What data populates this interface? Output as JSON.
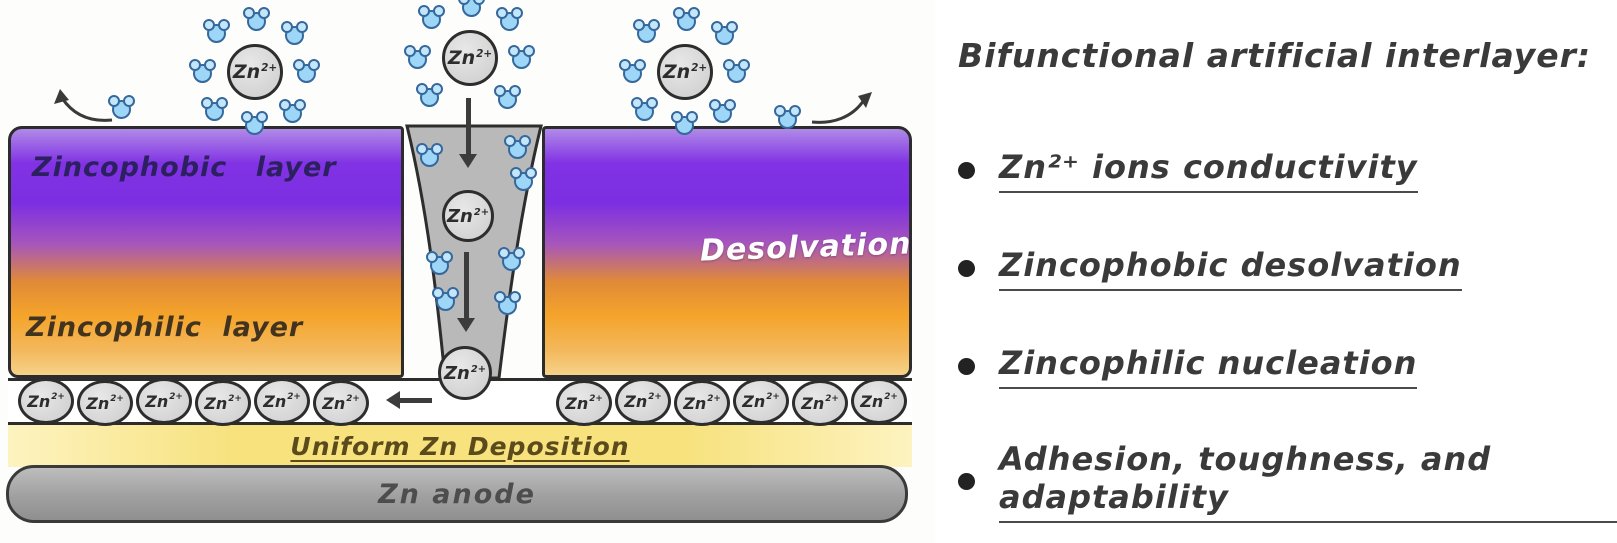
{
  "figure": {
    "diagram": {
      "zn_ion": {
        "symbol": "Zn",
        "charge": "2+"
      },
      "labels": {
        "zincophobic_layer": "Zincophobic layer",
        "zincophilic_layer": "Zincophilic layer",
        "desolvation": "Desolvation",
        "uniform_deposition": "Uniform Zn Deposition",
        "zn_anode": "Zn anode"
      },
      "colors": {
        "zincophobic_purple": "#7c2ee2",
        "zincophilic_orange": "#f5a42b",
        "channel_gray": "#b9b9b9",
        "water_blue": "#9dd6f6",
        "deposition_yellow": "#f7e27e",
        "anode_gray": "#a0a0a0"
      }
    },
    "legend": {
      "title": "Bifunctional artificial interlayer:",
      "bullets": [
        {
          "label": "Zn²⁺ ions conductivity"
        },
        {
          "label": "Zincophobic desolvation"
        },
        {
          "label": "Zincophilic nucleation"
        },
        {
          "label": "Adhesion, toughness, and adaptability"
        }
      ]
    }
  }
}
